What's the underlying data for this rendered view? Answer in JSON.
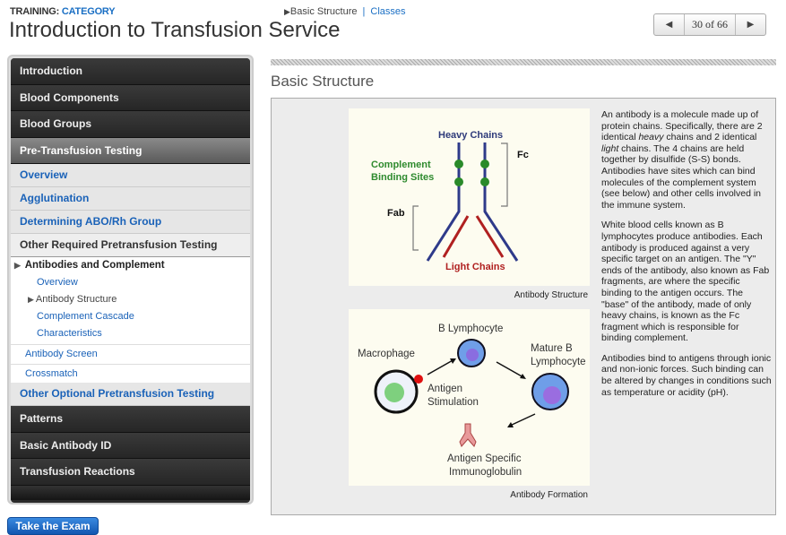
{
  "header": {
    "training_label": "TRAINING:",
    "category": "CATEGORY",
    "title": "Introduction to Transfusion Service",
    "breadcrumb_current": "Basic Structure",
    "breadcrumb_link": "Classes"
  },
  "pager": {
    "prev_icon": "triangle-left",
    "next_icon": "triangle-right",
    "position": "30 of 66"
  },
  "sidebar": {
    "top": [
      "Introduction",
      "Blood Components",
      "Blood Groups"
    ],
    "active": "Pre-Transfusion Testing",
    "sub": [
      "Overview",
      "Agglutination",
      "Determining ABO/Rh Group"
    ],
    "current_section": "Other Required Pretransfusion Testing",
    "current_topic": "Antibodies and Complement",
    "topic_pages": [
      "Overview",
      "Antibody Structure",
      "Complement Cascade",
      "Characteristics"
    ],
    "section_pages": [
      "Antibody Screen",
      "Crossmatch"
    ],
    "next_section": "Other Optional Pretransfusion Testing",
    "bottom": [
      "Patterns",
      "Basic Antibody ID",
      "Transfusion Reactions"
    ]
  },
  "exam_button": "Take the Exam",
  "content": {
    "heading": "Basic Structure",
    "fig1": {
      "caption": "Antibody Structure",
      "heavy": "Heavy Chains",
      "comp1": "Complement",
      "comp2": "Binding Sites",
      "fc": "Fc",
      "fab": "Fab",
      "light": "Light Chains"
    },
    "fig2": {
      "caption": "Antibody Formation",
      "b": "B Lymphocyte",
      "mac": "Macrophage",
      "mat1": "Mature B",
      "mat2": "Lymphocyte",
      "ant1": "Antigen",
      "ant2": "Stimulation",
      "ig1": "Antigen Specific",
      "ig2": "Immunoglobulin"
    },
    "p1a": "An antibody is a molecule made up of protein chains. Specifically, there are 2 identical ",
    "p1b": "heavy",
    "p1c": " chains and 2 identical ",
    "p1d": "light",
    "p1e": " chains. The 4 chains are held together by disulfide (S-S) bonds. Antibodies have sites which can bind molecules of the complement system (see below) and other cells involved in the immune system.",
    "p2": "White blood cells known as B lymphocytes produce antibodies. Each antibody is produced against a very specific target on an antigen. The \"Y\" ends of the antibody, also known as Fab fragments, are where the specific binding to the antigen occurs. The \"base\" of the antibody, made of only heavy chains, is known as the Fc fragment which is responsible for binding complement.",
    "p3": "Antibodies bind to antigens through ionic and non-ionic forces. Such binding can be altered by changes in conditions such as temperature or acidity (pH)."
  }
}
